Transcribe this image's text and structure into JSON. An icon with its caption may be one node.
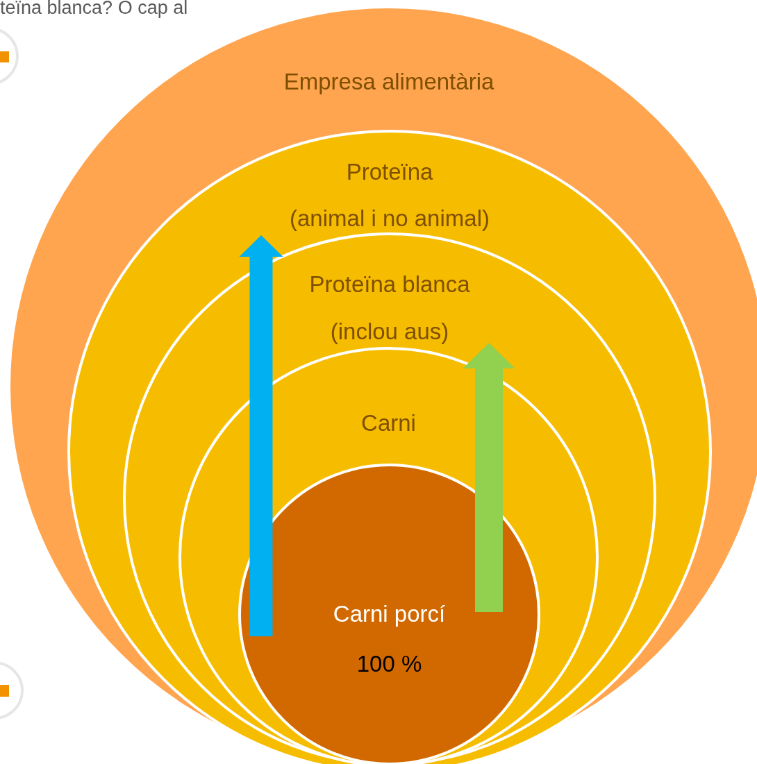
{
  "diagram": {
    "nodes": [
      {
        "text": [
          "Empresa alimentària"
        ]
      },
      {
        "text": [
          "Proteïna",
          "(animal i no animal)"
        ],
        "in": 0
      },
      {
        "text": [
          "Proteïna blanca",
          "(inclou aus)"
        ],
        "in": 1
      },
      {
        "text": [
          "Carni"
        ],
        "in": 2
      },
      {
        "text": [
          "Carni porcí",
          "100 %"
        ],
        "in": 3
      }
    ],
    "edges": [
      {
        "from": 4,
        "to": 1,
        "arrow": "to",
        "style": "thick",
        "color": "#00b0f0"
      },
      {
        "from": 4,
        "to": 2,
        "arrow": "to",
        "style": "thick",
        "color": "#92d050"
      }
    ],
    "labels": [
      "teïna blanca? O cap al"
    ]
  }
}
